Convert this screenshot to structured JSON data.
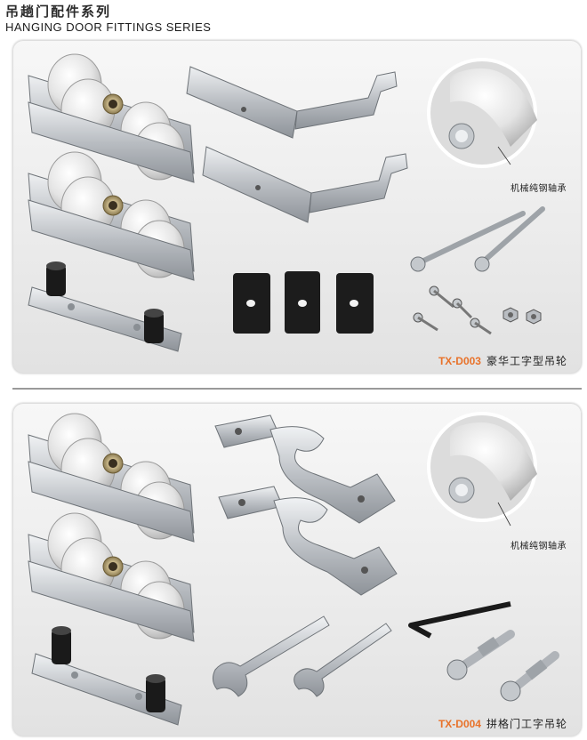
{
  "header": {
    "title_cn": "吊趟门配件系列",
    "title_en": "HANGING DOOR FITTINGS SERIES"
  },
  "products": [
    {
      "code": "TX-D003",
      "name": "豪华工字型吊轮",
      "callout": "机械纯钢轴承"
    },
    {
      "code": "TX-D004",
      "name": "拼格门工字吊轮",
      "callout": "机械纯钢轴承"
    }
  ],
  "colors": {
    "code_accent": "#e8722a",
    "metal": "#c4c8cc",
    "nylon_wheel": "#e6e6e6",
    "rubber": "#1a1a1a"
  }
}
